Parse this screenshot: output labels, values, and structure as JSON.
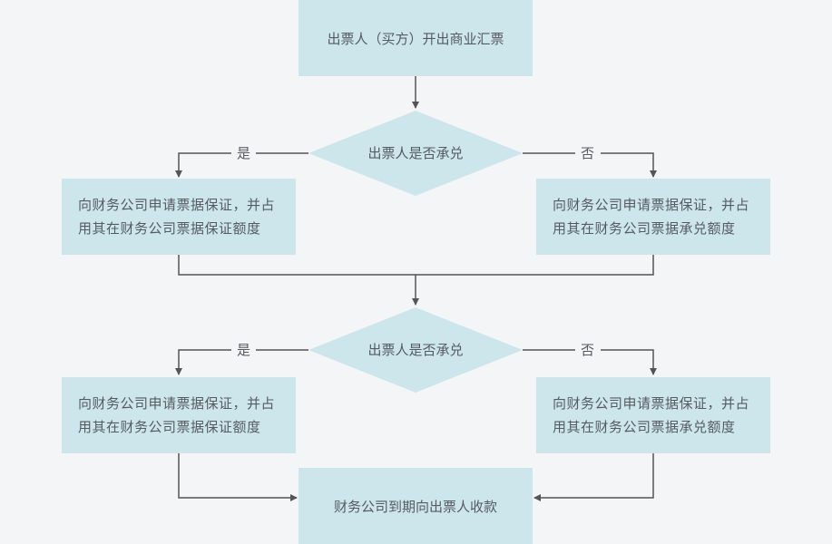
{
  "nodes": {
    "start": "出票人（买方）开出商业汇票",
    "decision1": "出票人是否承兑",
    "yes1": "向财务公司申请票据保证，并占用其在财务公司票据保证额度",
    "no1": "向财务公司申请票据保证，并占用其在财务公司票据承兑额度",
    "decision2": "出票人是否承兑",
    "yes2": "向财务公司申请票据保证，并占用其在财务公司票据保证额度",
    "no2": "向财务公司申请票据保证，并占用其在财务公司票据承兑额度",
    "end": "财务公司到期向出票人收款"
  },
  "edges": {
    "yes": "是",
    "no": "否"
  },
  "colors": {
    "background": "#f4f5f7",
    "node_fill": "#cde6ec",
    "line": "#555555",
    "text": "#555b61"
  }
}
